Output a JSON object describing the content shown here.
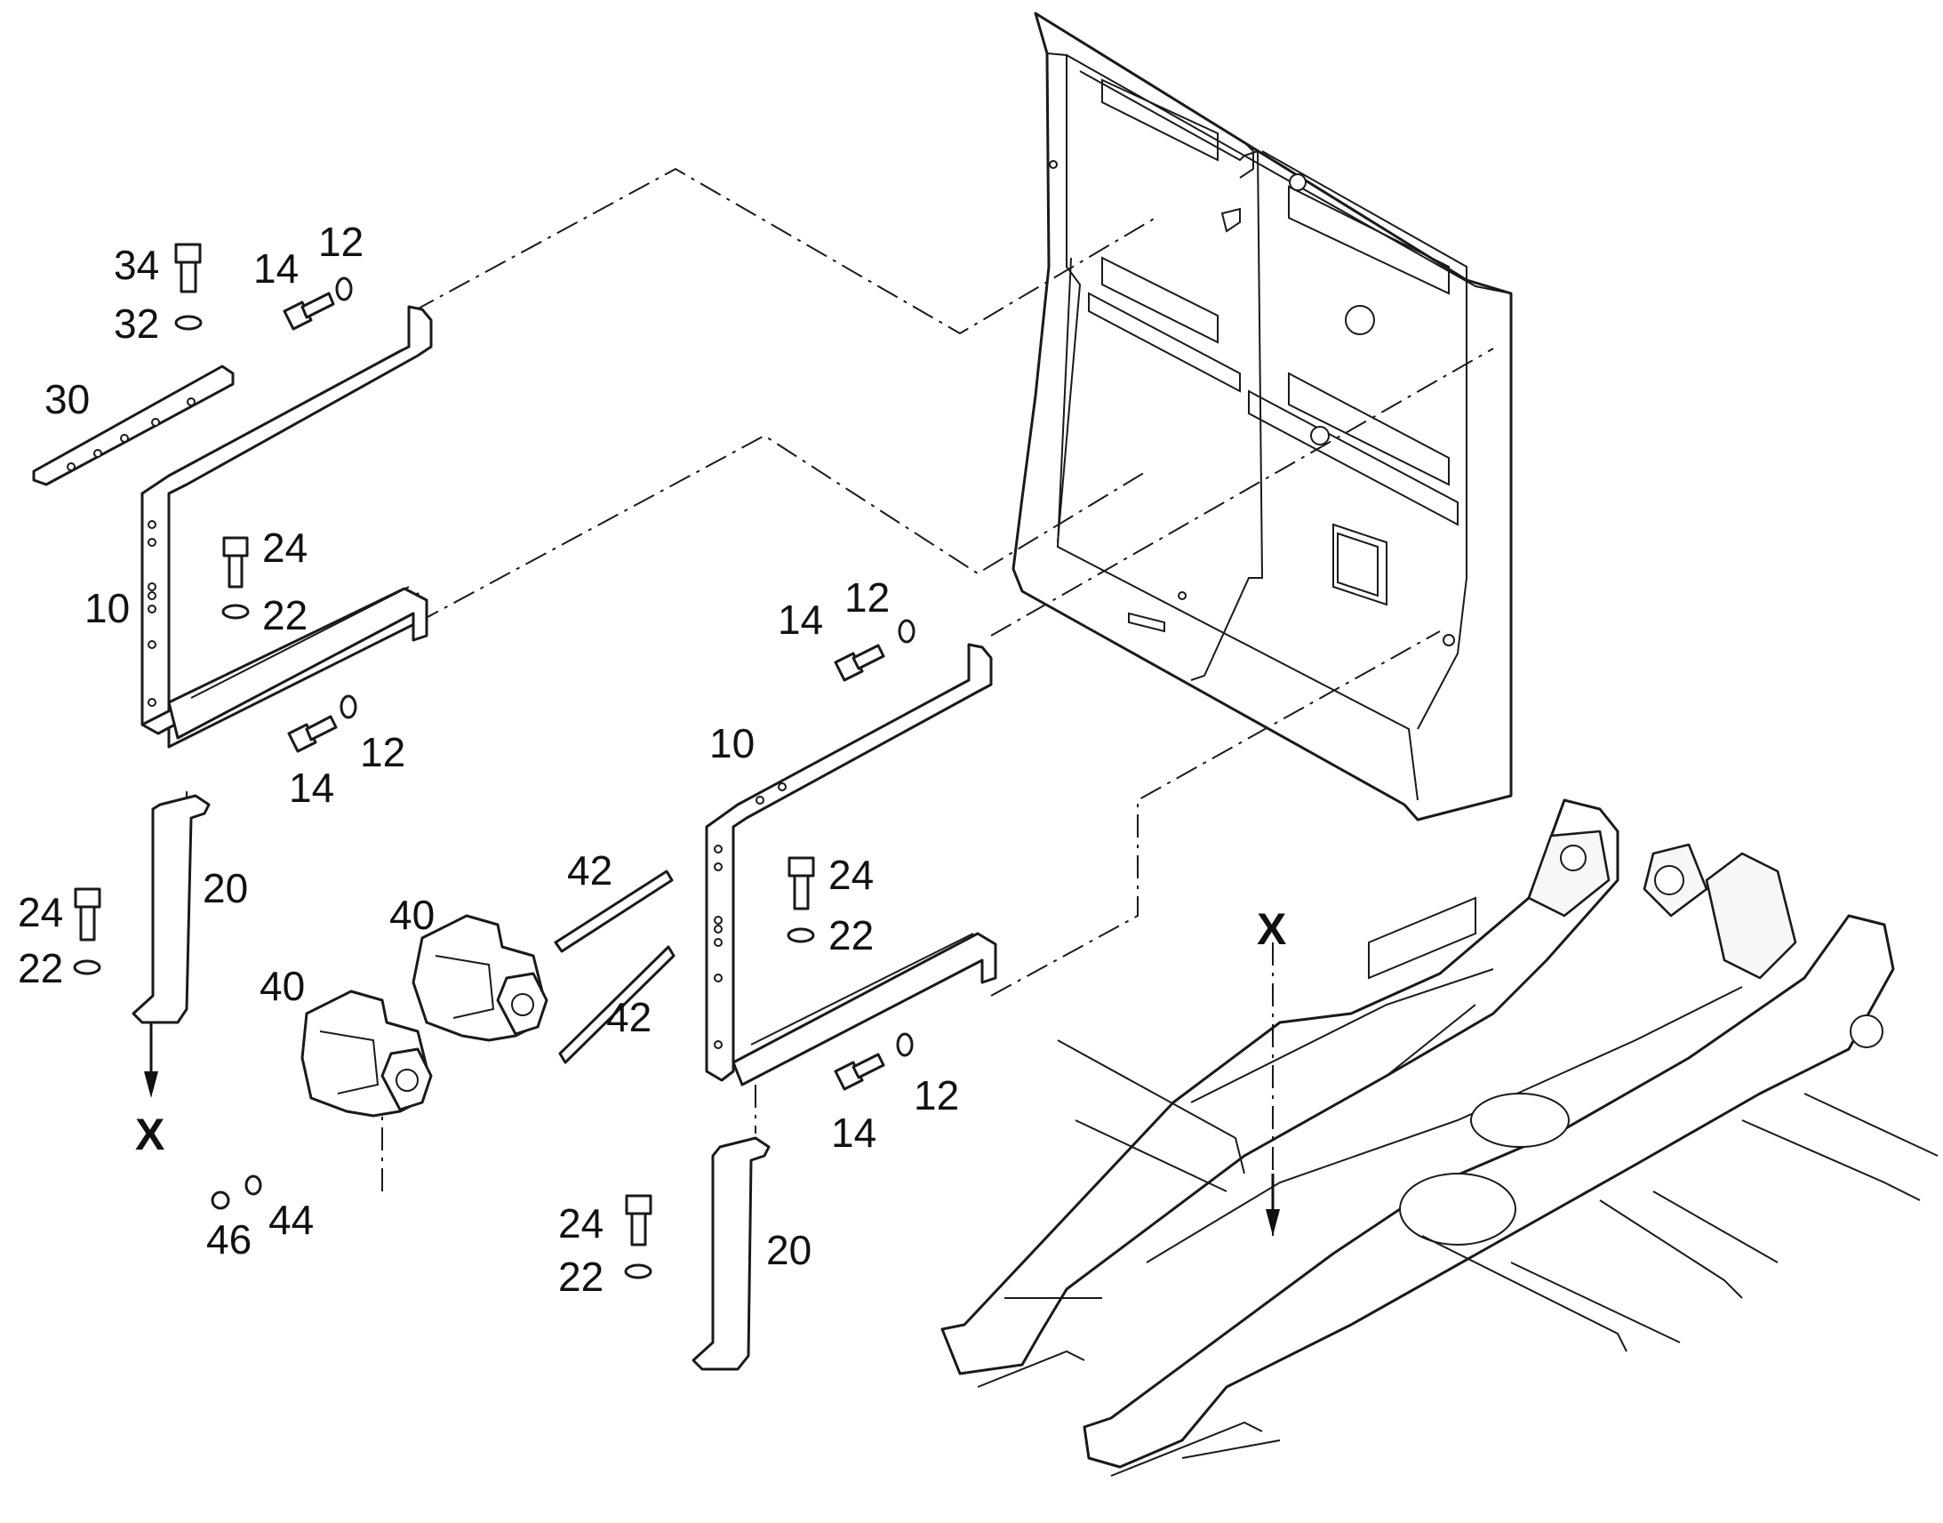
{
  "callouts": {
    "c34": "34",
    "c32": "32",
    "c30": "30",
    "c14a": "14",
    "c12a": "12",
    "c10a": "10",
    "c24a": "24",
    "c22a": "22",
    "c14b": "14",
    "c12b": "12",
    "c20a": "20",
    "c24b": "24",
    "c22b": "22",
    "cXa": "X",
    "c40a": "40",
    "c40b": "40",
    "c42a": "42",
    "c42b": "42",
    "c46": "46",
    "c44": "44",
    "c14c": "14",
    "c12c": "12",
    "c10b": "10",
    "c24c": "24",
    "c22c": "22",
    "c14d": "14",
    "c12d": "12",
    "c24d": "24",
    "c22d": "22",
    "c20b": "20",
    "cXb": "X"
  }
}
